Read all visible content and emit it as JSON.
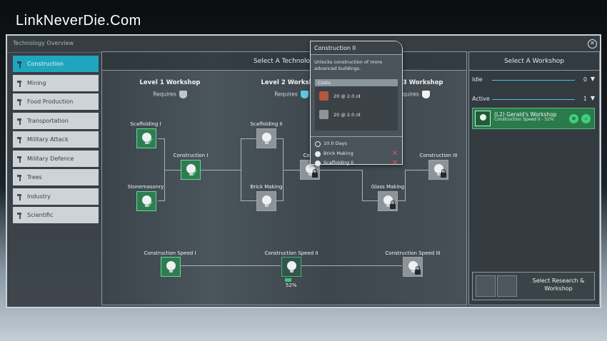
{
  "watermark": "LinkNeverDie.Com",
  "window": {
    "title": "Technology Overview"
  },
  "categories": [
    {
      "label": "Construction"
    },
    {
      "label": "Mining"
    },
    {
      "label": "Food Production"
    },
    {
      "label": "Transportation"
    },
    {
      "label": "Military Attack"
    },
    {
      "label": "Military Defence"
    },
    {
      "label": "Trees"
    },
    {
      "label": "Industry"
    },
    {
      "label": "Scientific"
    }
  ],
  "tree": {
    "header": "Select A Technology",
    "levels": [
      {
        "title": "Level 1 Workshop",
        "requires": "Requires"
      },
      {
        "title": "Level 2 Workshop",
        "requires": "Requires"
      },
      {
        "title": "Level 3 Workshop",
        "requires": "Requires"
      }
    ],
    "nodes": {
      "scaffolding1": "Scaffolding I",
      "stonemasonry": "Stonemasonry",
      "construction1": "Construction I",
      "scaffolding2": "Scaffolding II",
      "brickmaking": "Brick Making",
      "construction2": "Construction II",
      "glassmaking": "Glass Making",
      "construction3": "Construction III",
      "speed1": "Construction Speed I",
      "speed2": "Construction Speed II",
      "speed3": "Construction Speed III"
    },
    "speed2_progress": 0.52,
    "speed2_progress_label": "52%"
  },
  "tooltip": {
    "title": "Construction II",
    "description": "Unlocks construction of more advanced buildings.",
    "costs_label": "Costs",
    "costs": [
      {
        "icon": "brick-icon",
        "value": "20 @ 2.0 /d"
      },
      {
        "icon": "stone-icon",
        "value": "20 @ 2.0 /d"
      }
    ],
    "duration": "10.0 Days",
    "requirements": [
      {
        "label": "Brick Making",
        "met": false
      },
      {
        "label": "Scaffolding II",
        "met": false
      }
    ]
  },
  "right_panel": {
    "header": "Select A Workshop",
    "idle_label": "Idle",
    "idle_count": "0",
    "active_label": "Active",
    "active_count": "1",
    "workshop": {
      "title": "(L2) Gerald's Workshop",
      "subtitle": "Construction Speed II - 52%"
    },
    "select_button": "Select Research & Workshop"
  },
  "colors": {
    "accent": "#1fa5bd",
    "done": "#2e7d52",
    "error": "#e8534f"
  }
}
